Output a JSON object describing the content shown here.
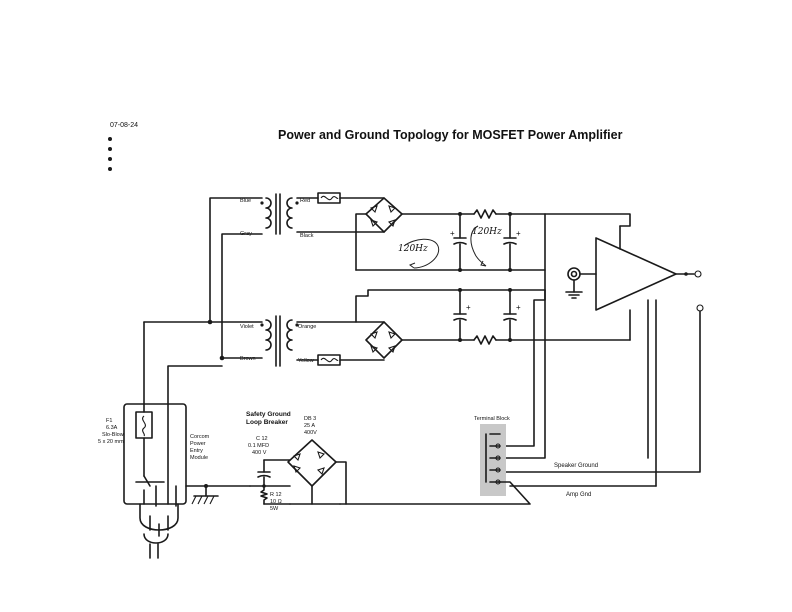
{
  "header": {
    "date": "07-08-24",
    "title": "Power and Ground Topology for MOSFET Power Amplifier"
  },
  "transformer": {
    "primary_top_labels": [
      "Blue",
      "Gray"
    ],
    "primary_bottom_labels": [
      "Violet",
      "Brown"
    ],
    "secondary_top_labels": [
      "Red",
      "Black"
    ],
    "secondary_bottom_labels": [
      "Orange",
      "Yellow"
    ]
  },
  "fuse": {
    "line1": "F1",
    "line2": "6.3A",
    "line3": "Slo-Blow",
    "line4": "5 x 20 mm"
  },
  "power_module": {
    "line1": "Corcom",
    "line2": "Power",
    "line3": "Entry",
    "line4": "Module"
  },
  "loop_breaker": {
    "title1": "Safety Ground",
    "title2": "Loop Breaker",
    "cap_line1": "C 12",
    "cap_line2": "0.1 MFD",
    "cap_line3": "400 V",
    "res_line1": "R 12",
    "res_line2": "10 Ω",
    "res_line3": "5W",
    "db_line1": "DB 3",
    "db_line2": "25 A",
    "db_line3": "400V"
  },
  "terminal_block": {
    "label": "Terminal Block"
  },
  "ground_labels": {
    "speaker": "Speaker Ground",
    "amp": "Amp  Gnd"
  },
  "annotations": {
    "ripple1": "120Hz",
    "ripple2": "120Hz"
  },
  "polarity": {
    "plus": "+"
  },
  "colors": {
    "ink": "#1a1a1a",
    "terminal_block_fill": "#c8c8c8"
  }
}
